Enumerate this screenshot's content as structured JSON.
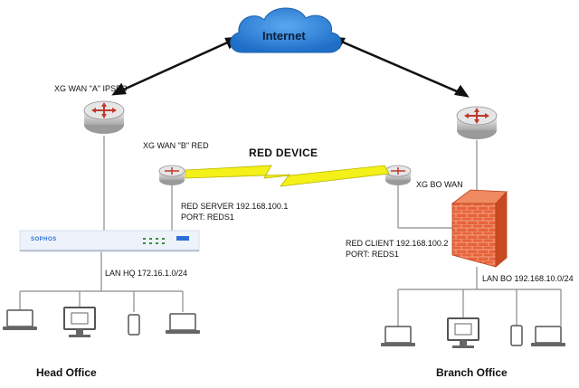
{
  "cloud": {
    "label": "Internet"
  },
  "routers": {
    "hq_wan_a": {
      "label": "XG WAN \"A\" IPSEC"
    },
    "hq_wan_b": {
      "label": "XG WAN \"B\" RED"
    },
    "bo_wan": {
      "label": "XG BO WAN"
    }
  },
  "link": {
    "label": "RED DEVICE"
  },
  "red_server": {
    "line1": "RED SERVER 192.168.100.1",
    "line2": "PORT: REDS1"
  },
  "red_client": {
    "line1": "RED CLIENT 192.168.100.2",
    "line2": "PORT: REDS1"
  },
  "appliance": {
    "brand": "SOPHOS"
  },
  "lan_hq": {
    "label": "LAN HQ 172.16.1.0/24"
  },
  "lan_bo": {
    "label": "LAN BO 192.168.10.0/24"
  },
  "sites": {
    "head_office": "Head Office",
    "branch_office": "Branch Office"
  },
  "colors": {
    "cloud": "#2b7fd6",
    "router": "#c9c9c9",
    "router_arrows": "#c0392b",
    "firewall": "#e35a2c",
    "bolt": "#f3f01a",
    "lines": "#808080"
  },
  "icons": [
    "cloud-icon",
    "router-icon",
    "firewall-icon",
    "laptop-icon",
    "desktop-icon",
    "phone-icon",
    "switch-appliance-icon",
    "lightning-bolt-icon"
  ]
}
